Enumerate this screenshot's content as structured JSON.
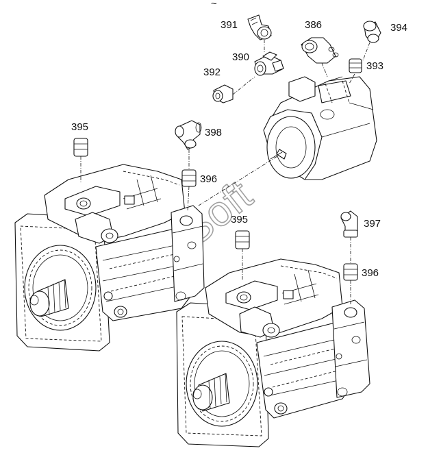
{
  "diagram": {
    "watermark": "AutoSoft",
    "top_mark": "~",
    "callouts": [
      {
        "id": "391",
        "label": "391"
      },
      {
        "id": "386",
        "label": "386"
      },
      {
        "id": "394",
        "label": "394"
      },
      {
        "id": "390",
        "label": "390"
      },
      {
        "id": "392",
        "label": "392"
      },
      {
        "id": "393",
        "label": "393"
      },
      {
        "id": "395a",
        "label": "395"
      },
      {
        "id": "398",
        "label": "398"
      },
      {
        "id": "396a",
        "label": "396"
      },
      {
        "id": "395b",
        "label": "395"
      },
      {
        "id": "397",
        "label": "397"
      },
      {
        "id": "396b",
        "label": "396"
      }
    ]
  }
}
